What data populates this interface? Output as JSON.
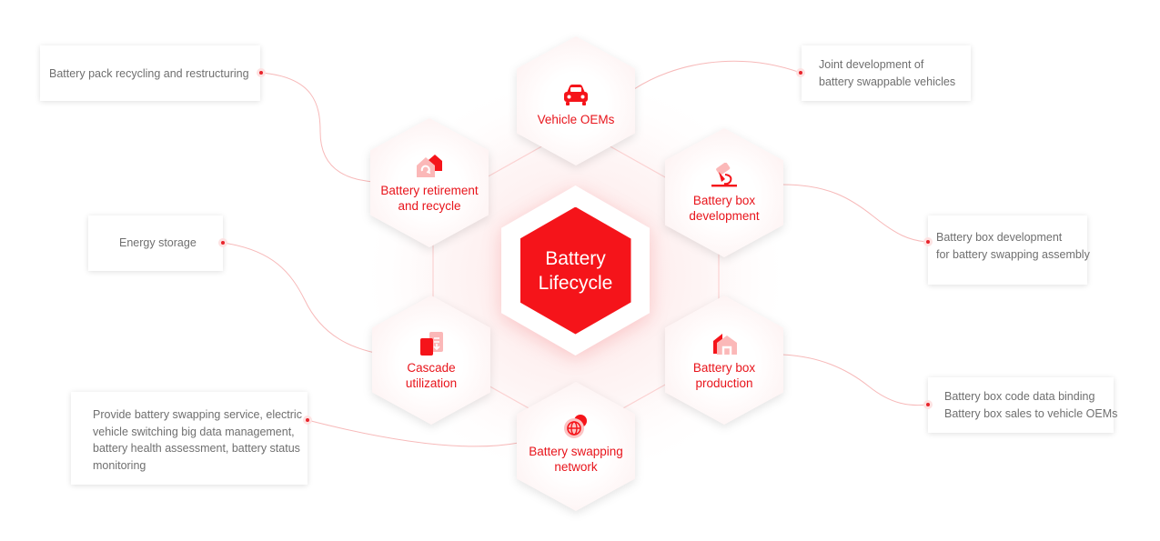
{
  "colors": {
    "accent": "#e8141b",
    "accent_light": "#fde2e2",
    "text_gray": "#6f6f6f"
  },
  "center": {
    "line1": "Battery",
    "line2": "Lifecycle"
  },
  "stages": {
    "vehicle_oems": {
      "label1": "Vehicle OEMs",
      "icon": "car-icon"
    },
    "box_development": {
      "label1": "Battery box",
      "label2": "development",
      "icon": "design-pen-icon"
    },
    "box_production": {
      "label1": "Battery box",
      "label2": "production",
      "icon": "factory-icon"
    },
    "swapping_network": {
      "label1": "Battery swapping",
      "label2": "network",
      "icon": "globe-icon"
    },
    "cascade": {
      "label1": "Cascade",
      "label2": "utilization",
      "icon": "battery-cells-icon"
    },
    "retirement": {
      "label1": "Battery retirement",
      "label2": "and recycle",
      "icon": "recycle-house-icon"
    }
  },
  "notes": {
    "recycling": {
      "line1": "Battery pack recycling and restructuring"
    },
    "joint_dev": {
      "line1": "Joint development of",
      "line2": "battery swappable vehicles"
    },
    "energy": {
      "line1": "Energy storage"
    },
    "box_dev": {
      "line1": "Battery box development",
      "line2": "for battery swapping assembly"
    },
    "swapping": {
      "line1": "Provide battery swapping service, electric",
      "line2": "vehicle switching big data management,",
      "line3": "battery health assessment, battery status",
      "line4": "monitoring"
    },
    "box_code": {
      "line1": "Battery box code data binding",
      "line2": "Battery box sales to vehicle OEMs"
    }
  }
}
